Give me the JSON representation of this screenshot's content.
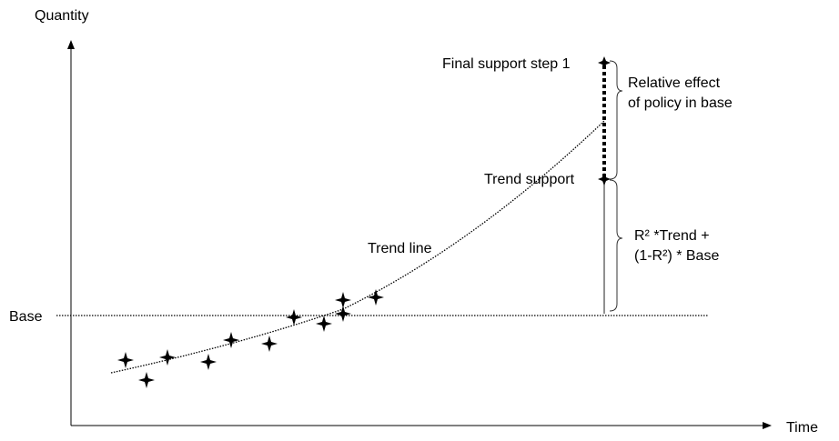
{
  "axes": {
    "y_label": "Quantity",
    "x_label": "Time"
  },
  "labels": {
    "base": "Base",
    "trend_line": "Trend line",
    "trend_support": "Trend support",
    "final_support": "Final support step 1",
    "relative_effect_1": "Relative effect",
    "relative_effect_2": "of policy in base",
    "formula_1": "R² *Trend +",
    "formula_2": "(1-R²) * Base"
  }
}
